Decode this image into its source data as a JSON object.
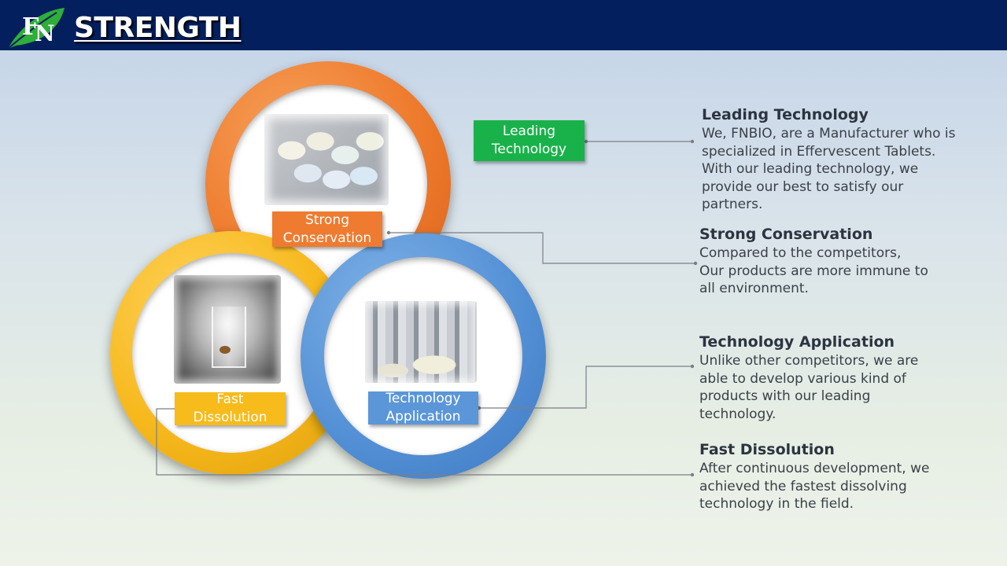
{
  "header": {
    "title": "STRENGTH",
    "logo_icon": "fn-leaf-logo-icon",
    "background": "#041f5e"
  },
  "diagram": {
    "rings": [
      {
        "name": "orange",
        "color": "#ee7a2c",
        "label": "Strong Conservation",
        "photo": "effervescent-tablets-photo"
      },
      {
        "name": "yellow",
        "color": "#f6b81c",
        "label": "Fast Dissolution",
        "photo": "dissolving-tablet-glass-photo"
      },
      {
        "name": "blue",
        "color": "#5591d6",
        "label": "Technology Application",
        "photo": "tablet-press-machine-photo"
      }
    ],
    "labels": {
      "leading": [
        "Leading",
        "Technology"
      ],
      "strong": [
        "Strong",
        "Conservation"
      ],
      "fast": [
        "Fast",
        "Dissolution"
      ],
      "tech": [
        "Technology",
        "Application"
      ]
    },
    "label_colors": {
      "leading": "#19b24a",
      "strong": "#ef7b30",
      "fast": "#f7bb1c",
      "tech": "#5a96d8"
    }
  },
  "descriptions": [
    {
      "key": "leading",
      "title": "Leading Technology",
      "lines": [
        "We, FNBIO, are a Manufacturer who is",
        "specialized in Effervescent Tablets.",
        "With our leading technology, we",
        "provide our best to satisfy our",
        "partners."
      ]
    },
    {
      "key": "strong",
      "title": "Strong Conservation",
      "lines": [
        "Compared to the competitors,",
        "Our products are more immune to",
        "all environment."
      ]
    },
    {
      "key": "tech",
      "title": "Technology Application",
      "lines": [
        "Unlike other competitors, we are",
        "able to develop various kind of",
        "products with our leading",
        "technology."
      ]
    },
    {
      "key": "fast",
      "title": "Fast Dissolution",
      "lines": [
        "After continuous development, we",
        "achieved the fastest dissolving",
        "technology in the field."
      ]
    }
  ]
}
